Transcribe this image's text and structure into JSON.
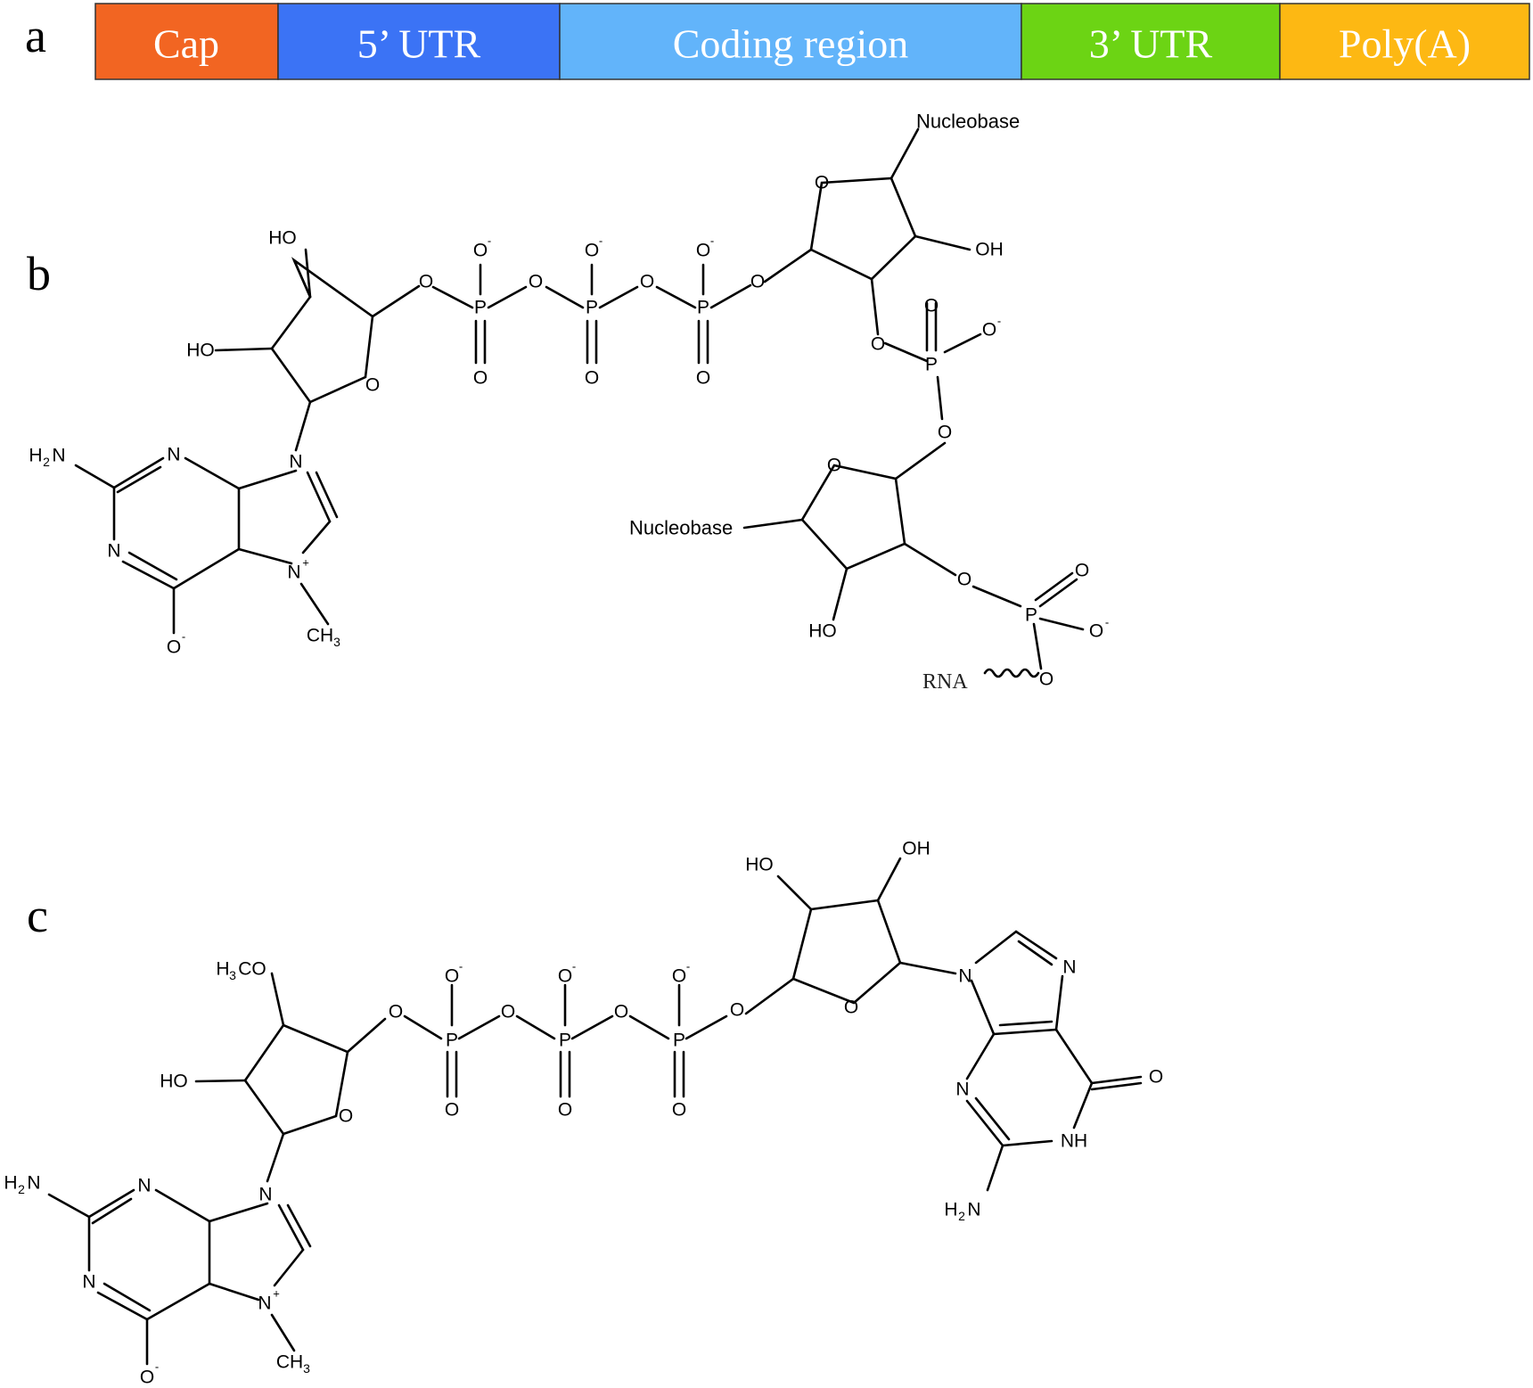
{
  "panels": {
    "a": "a",
    "b": "b",
    "c": "c"
  },
  "mrna_segments": [
    {
      "label": "Cap",
      "color": "#F26522"
    },
    {
      "label": "5’ UTR",
      "color": "#3B73F5"
    },
    {
      "label": "Coding region",
      "color": "#62B4FA"
    },
    {
      "label": "3’ UTR",
      "color": "#6CD414"
    },
    {
      "label": "Poly(A)",
      "color": "#FDB813"
    }
  ],
  "atom_labels": {
    "oxygen": "O",
    "phosphorus": "P",
    "nitrogen": "N",
    "hydroxyl": "HO",
    "hydroxyl_right": "OH",
    "amine": "H",
    "amine_sub": "2",
    "amine_n": "N",
    "nh": "NH",
    "charge_minus": "-",
    "charge_plus": "+",
    "methyl": "CH",
    "methyl_sub": "3",
    "methoxy_h": "H",
    "methoxy_sub": "3",
    "methoxy_co": "CO"
  },
  "nucleobase_label": "Nucleobase",
  "rna_label": "RNA"
}
